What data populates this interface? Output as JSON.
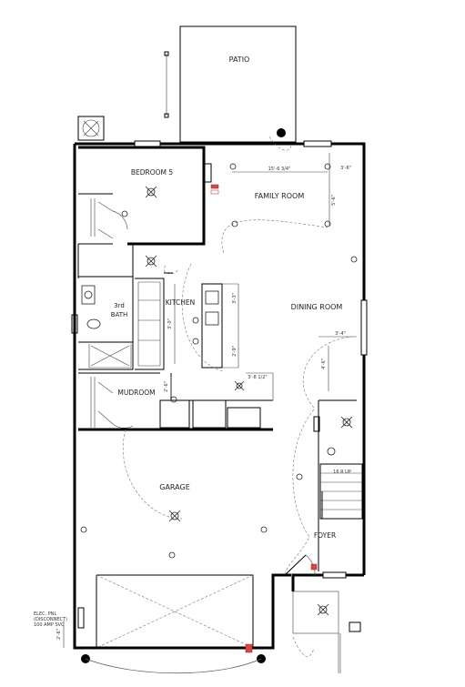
{
  "rooms": {
    "patio": "PATIO",
    "bedroom5": "BEDROOM 5",
    "family_room": "FAMILY ROOM",
    "kitchen": "KITCHEN",
    "dining_room": "DINING ROOM",
    "third_bath_line1": "3rd",
    "third_bath_line2": "BATH",
    "mudroom": "MUDROOM",
    "garage": "GARAGE",
    "foyer": "FOYER"
  },
  "dimensions": {
    "family_room_width": "15'-6 3/4\"",
    "bedroom_width": "3'-6\"",
    "family_room_right": "5'-6\"",
    "dining_room_right": "3'-4\"",
    "dining_room_vertical": "4'-6\"",
    "kitchen_island_a": "3'-3\"",
    "kitchen_island_b": "2'-9\"",
    "kitchen_left": "3'-0\"",
    "mudroom_left": "2'-6\"",
    "hall_width": "3'-8 1/2\"",
    "garage_left": "2'-6\""
  },
  "notes": {
    "stair_note": "16 R UP",
    "garage_note_line1": "ELEC. PNL",
    "garage_note_line2": "(DISCONNECT)",
    "garage_note_line3": "100 AMP SVC"
  }
}
